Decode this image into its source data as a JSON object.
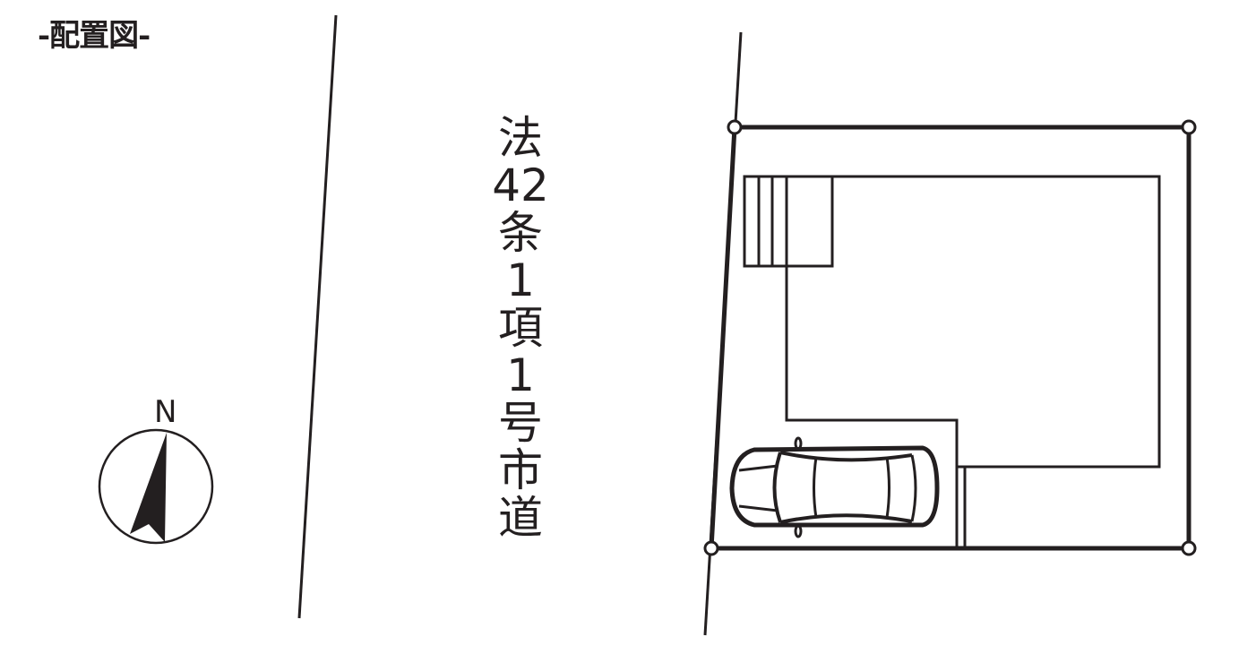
{
  "title": "-配置図-",
  "road": {
    "label_chars": [
      "法",
      "42",
      "条",
      "1",
      "項",
      "1",
      "号",
      "市",
      "道"
    ],
    "label_full": "法42条1項1号市道"
  },
  "compass": {
    "label": "N",
    "icon": "north-arrow-icon"
  },
  "colors": {
    "line": "#231f20",
    "background": "#ffffff"
  },
  "elements": {
    "lot_boundary": "lot-boundary",
    "building": "building-footprint",
    "stairs": "entrance-steps",
    "car": "parked-car-icon"
  }
}
